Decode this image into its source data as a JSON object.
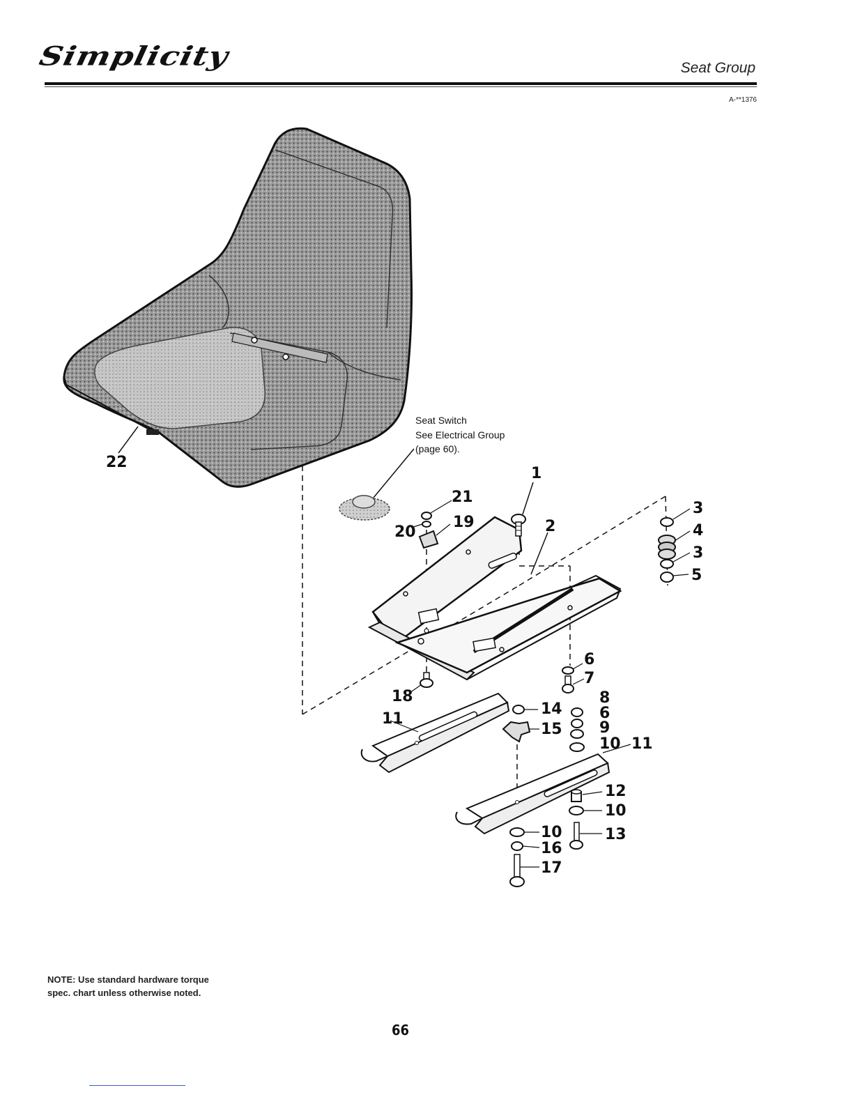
{
  "header": {
    "brand": "Simplicity",
    "section_title": "Seat Group",
    "reference": "A-**1376"
  },
  "diagram": {
    "seat_switch_note": [
      "Seat Switch",
      "See Electrical Group",
      "(page 60)."
    ],
    "callouts": {
      "c1": "1",
      "c2": "2",
      "c3a": "3",
      "c4": "4",
      "c3b": "3",
      "c5": "5",
      "c6a": "6",
      "c7": "7",
      "c8": "8",
      "c6b": "6",
      "c9": "9",
      "c10a": "10",
      "c11a": "11",
      "c11b": "11",
      "c12": "12",
      "c10b": "10",
      "c13": "13",
      "c10c": "10",
      "c14": "14",
      "c15": "15",
      "c16": "16",
      "c17": "17",
      "c18": "18",
      "c19": "19",
      "c20": "20",
      "c21": "21",
      "c22": "22"
    }
  },
  "footer": {
    "note": "NOTE: Use standard hardware torque spec. chart unless otherwise noted.",
    "page_number": "66"
  }
}
